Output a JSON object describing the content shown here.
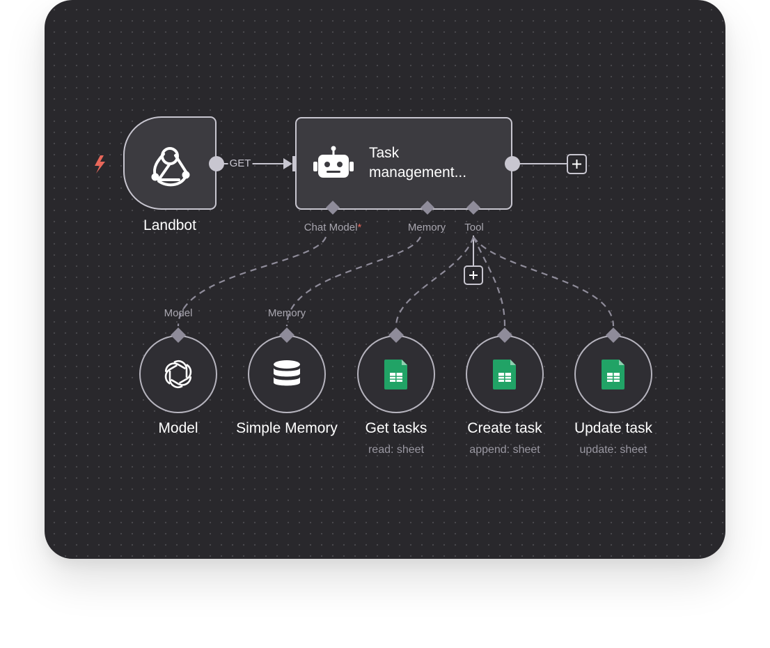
{
  "trigger": {
    "name": "Landbot",
    "icon": "webhook-icon",
    "lightning_icon": "lightning-bolt-icon",
    "lightning_color": "#e8675a",
    "output_method": "GET"
  },
  "agent": {
    "title_line1": "Task",
    "title_line2": "management...",
    "icon": "robot-icon",
    "ports": {
      "chat_model": "Chat Model",
      "chat_model_required": "*",
      "memory": "Memory",
      "tool": "Tool"
    }
  },
  "sub_nodes": [
    {
      "name": "Model",
      "subtitle": "",
      "port_label": "Model",
      "icon": "openai-icon"
    },
    {
      "name": "Simple Memory",
      "subtitle": "",
      "port_label": "Memory",
      "icon": "database-icon"
    },
    {
      "name": "Get tasks",
      "subtitle": "read: sheet",
      "icon": "google-sheets-icon"
    },
    {
      "name": "Create task",
      "subtitle": "append: sheet",
      "icon": "google-sheets-icon"
    },
    {
      "name": "Update task",
      "subtitle": "update: sheet",
      "icon": "google-sheets-icon"
    }
  ],
  "colors": {
    "canvas": "#29282c",
    "node_fill": "#3c3b40",
    "node_border": "#c8c6d0",
    "wire": "#8f8c9a",
    "sheets_green": "#21a366",
    "accent": "#e8675a"
  }
}
